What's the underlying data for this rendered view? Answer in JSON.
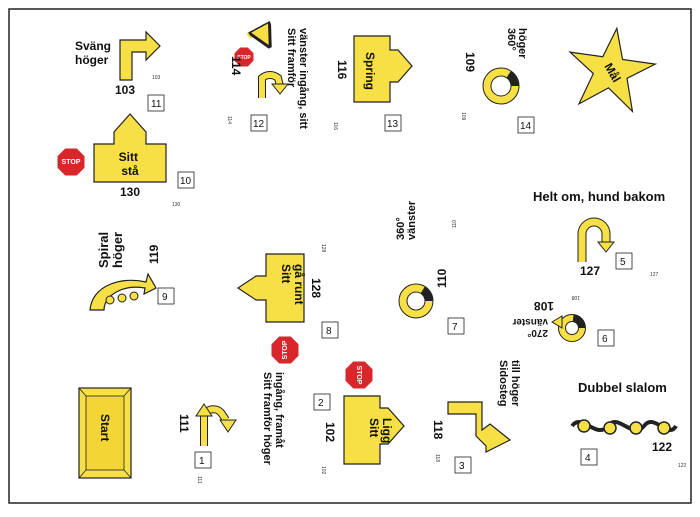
{
  "colors": {
    "sign_fill": "#f7e046",
    "sign_stroke": "#222222",
    "stop_red": "#d9262b",
    "frame": "#222222"
  },
  "stop_text": "STOP",
  "stations": [
    {
      "id": "s11",
      "number": "103",
      "label_lines": [
        "Sväng",
        "höger"
      ],
      "order": "11",
      "small": "103",
      "icon": "arrow-turn-right-icon"
    },
    {
      "id": "s12",
      "number": "114",
      "label_lines": [
        "Sitt framför",
        "vänster ingång, sitt"
      ],
      "order": "12",
      "small": "114",
      "icon": "u-turn-icon"
    },
    {
      "id": "s13",
      "number": "116",
      "label_lines": [
        "Spring"
      ],
      "order": "13",
      "small": "116",
      "icon": "run-arrow-icon"
    },
    {
      "id": "s14",
      "number": "109",
      "label_lines": [
        "360°",
        "höger"
      ],
      "order": "14",
      "small": "109",
      "icon": "circle-right-icon"
    },
    {
      "id": "goal",
      "label_lines": [
        "Mål"
      ],
      "icon": "star-icon"
    },
    {
      "id": "s10",
      "number": "130",
      "label_lines": [
        "Sitt",
        "stå"
      ],
      "order": "10",
      "small": "130",
      "icon": "up-arrow-icon"
    },
    {
      "id": "s5",
      "number": "127",
      "label_lines": [
        "Helt om, hund bakom"
      ],
      "order": "5",
      "small": "127",
      "icon": "about-turn-icon"
    },
    {
      "id": "s9",
      "number": "119",
      "label_lines": [
        "Spiral",
        "höger"
      ],
      "order": "9",
      "icon": "spiral-icon"
    },
    {
      "id": "s8",
      "number": "128",
      "label_lines": [
        "Sitt",
        "gå runt"
      ],
      "order": "8",
      "small": "128",
      "icon": "left-arrow-icon"
    },
    {
      "id": "s7",
      "number": "110",
      "label_lines": [
        "360°",
        "vänster"
      ],
      "order": "7",
      "small": "110",
      "icon": "circle-left-icon"
    },
    {
      "id": "s6",
      "number": "108",
      "label_lines": [
        "270°",
        "vänster"
      ],
      "order": "6",
      "small": "108",
      "icon": "circle-270-icon"
    },
    {
      "id": "s4",
      "number": "122",
      "label_lines": [
        "Dubbel slalom"
      ],
      "order": "4",
      "small": "122",
      "icon": "slalom-icon"
    },
    {
      "id": "s1",
      "number": "111",
      "label_lines": [
        "Sitt framför höger",
        "ingång, framåt"
      ],
      "order": "1",
      "small": "111",
      "icon": "u-turn-icon"
    },
    {
      "id": "s2",
      "number": "102",
      "label_lines": [
        "Sitt",
        "Ligg"
      ],
      "order": "2",
      "small": "102",
      "icon": "right-arrow-icon"
    },
    {
      "id": "s3",
      "number": "118",
      "label_lines": [
        "Sidosteg",
        "till höger"
      ],
      "order": "3",
      "small": "118",
      "icon": "side-step-icon"
    },
    {
      "id": "start",
      "label_lines": [
        "Start"
      ],
      "icon": "start-sign-icon"
    }
  ]
}
